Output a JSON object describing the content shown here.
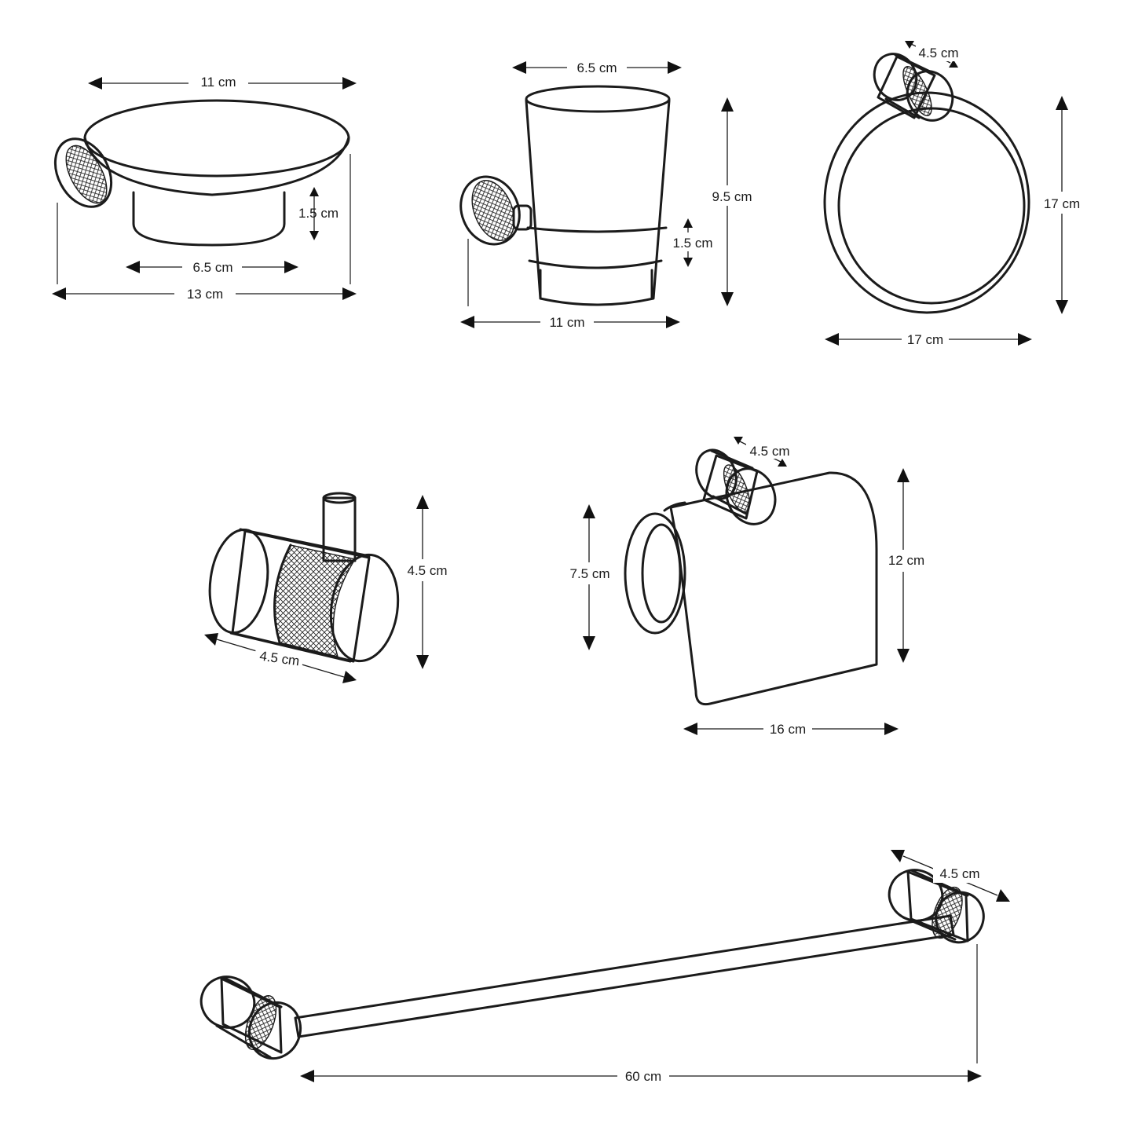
{
  "colors": {
    "line": "#1b1b1b",
    "background": "#ffffff"
  },
  "soap_dish": {
    "top_width": "11 cm",
    "base_height": "1.5 cm",
    "base_width": "6.5 cm",
    "total_width": "13 cm"
  },
  "tumbler_holder": {
    "cup_width": "6.5 cm",
    "cup_height": "9.5 cm",
    "ring_height": "1.5 cm",
    "total_width": "11 cm"
  },
  "towel_ring": {
    "mount_depth": "4.5 cm",
    "height": "17 cm",
    "width": "17 cm"
  },
  "robe_hook": {
    "height": "4.5 cm",
    "depth": "4.5 cm"
  },
  "paper_holder": {
    "mount_depth": "4.5 cm",
    "roll_height": "7.5 cm",
    "height": "12 cm",
    "width": "16 cm"
  },
  "towel_bar": {
    "mount_depth": "4.5 cm",
    "length": "60 cm"
  }
}
